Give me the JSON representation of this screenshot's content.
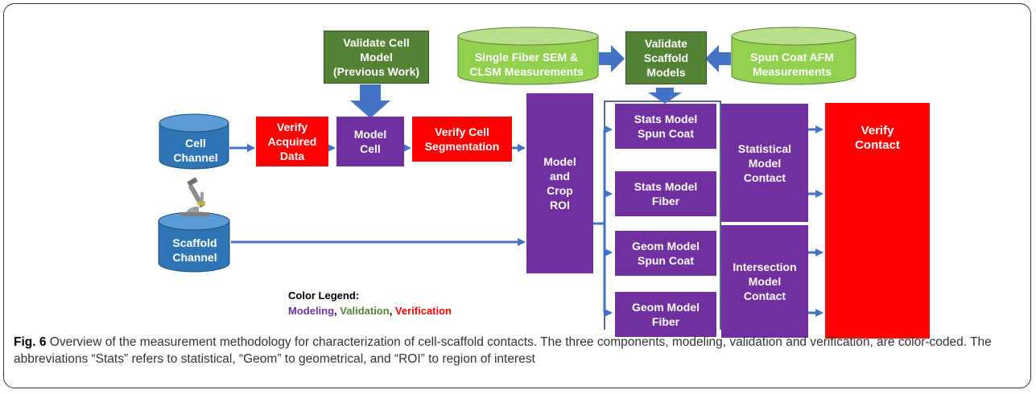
{
  "colors": {
    "modeling": "#7030a0",
    "validation": "#548235",
    "verification": "#ff0000",
    "database_blue": "#2e75b6",
    "database_green": "#92d050",
    "arrow": "#4472c4"
  },
  "nodes": {
    "cell_channel": "Cell\nChannel",
    "scaffold_channel": "Scaffold\nChannel",
    "verify_acquired_data": "Verify\nAcquired\nData",
    "model_cell": "Model\nCell",
    "validate_cell_model": "Validate Cell\nModel\n(Previous Work)",
    "verify_cell_segmentation": "Verify Cell\nSegmentation",
    "model_crop_roi": "Model\nand\nCrop\nROI",
    "single_fiber_sem": "Single Fiber SEM &\nCLSM Measurements",
    "validate_scaffold_models": "Validate\nScaffold\nModels",
    "spun_coat_afm": "Spun Coat AFM\nMeasurements",
    "stats_model_spun_coat": "Stats Model\nSpun Coat",
    "stats_model_fiber": "Stats Model\nFiber",
    "geom_model_spun_coat": "Geom Model\nSpun Coat",
    "geom_model_fiber": "Geom Model\nFiber",
    "statistical_model_contact": "Statistical\nModel\nContact",
    "intersection_model_contact": "Intersection\nModel\nContact",
    "verify_contact": "Verify\nContact"
  },
  "legend": {
    "title": "Color Legend:",
    "modeling": "Modeling",
    "sep1": ", ",
    "validation": "Validation",
    "sep2": ", ",
    "verification": "Verification"
  },
  "caption": {
    "label": "Fig. 6",
    "text": " Overview of the measurement methodology for characterization of cell-scaffold contacts. The three components, modeling, validation and verification, are color-coded. The abbreviations “Stats” refers to statistical, “Geom” to geometrical, and “ROI” to region of interest"
  },
  "icons": {
    "microscope": "microscope-icon"
  }
}
